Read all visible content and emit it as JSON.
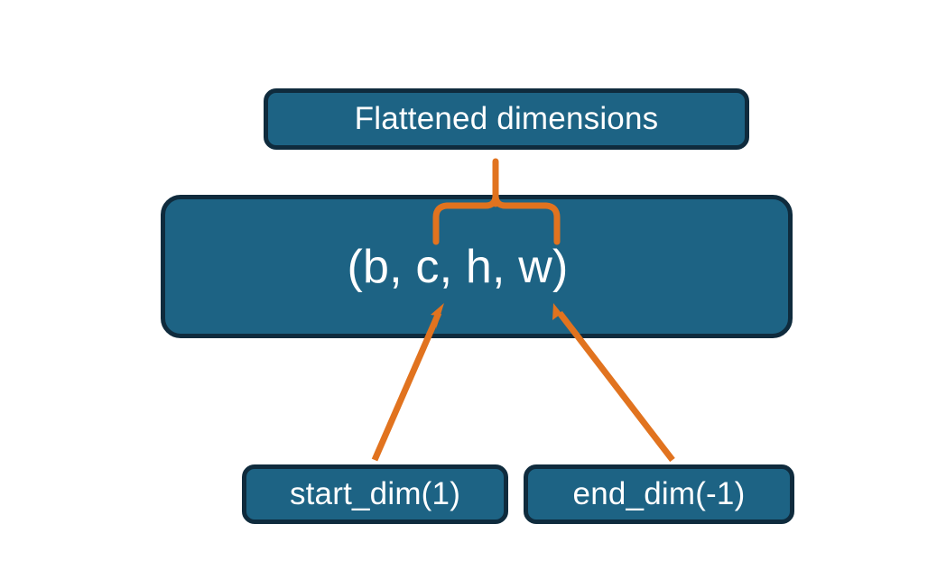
{
  "diagram": {
    "title": "Flatten start_dim and end_dim illustration",
    "background_color": "#ffffff",
    "node_fill_color": "#1d6384",
    "node_border_color": "#0f2b3d",
    "node_text_color": "#ffffff",
    "accent_color": "#e1731f",
    "nodes": {
      "flattened": {
        "label": "Flattened dimensions"
      },
      "shape": {
        "label": "(b, c, h, w)"
      },
      "start_dim": {
        "label": "start_dim(1)"
      },
      "end_dim": {
        "label": "end_dim(-1)"
      }
    },
    "annotations": {
      "brace": {
        "name": "upward-curly-brace",
        "spans_label": "c, h, w",
        "points_to": "Flattened dimensions"
      },
      "arrow_start": {
        "name": "arrow-start-dim-to-shape",
        "from": "start_dim(1)",
        "to": "c"
      },
      "arrow_end": {
        "name": "arrow-end-dim-to-shape",
        "from": "end_dim(-1)",
        "to": "w"
      }
    }
  }
}
